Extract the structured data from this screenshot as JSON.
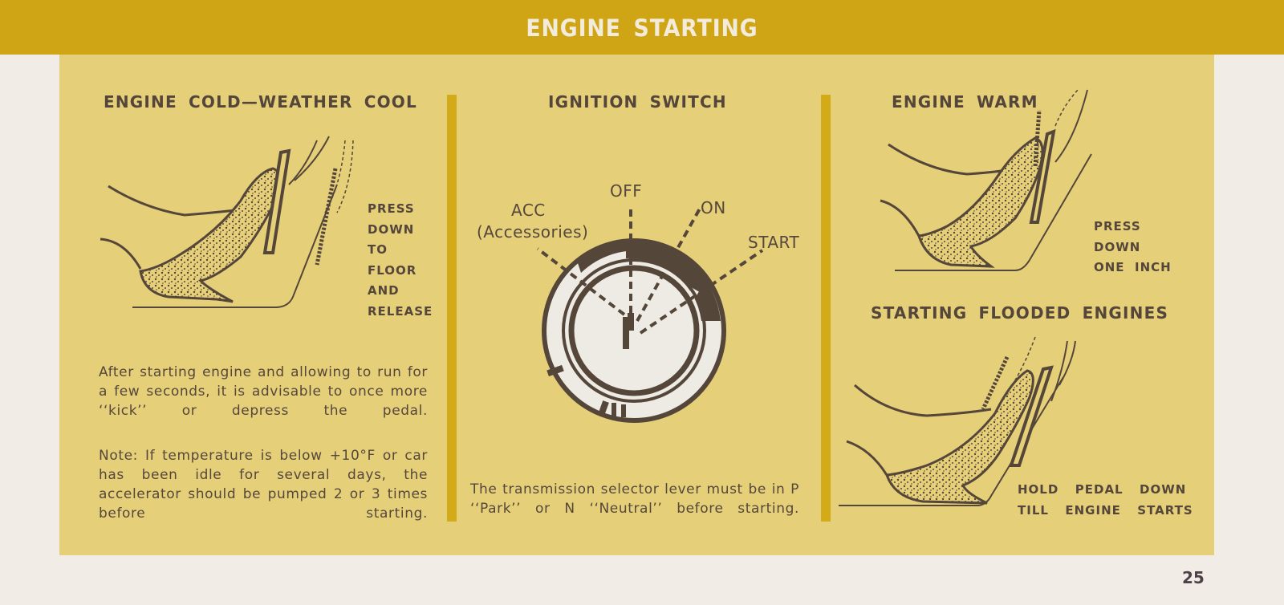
{
  "header": {
    "title": "ENGINE STARTING",
    "color": "#cfa515"
  },
  "panel": {
    "background": "#e6cf79",
    "divider_color": "#d3aa18"
  },
  "cold_section": {
    "heading": "ENGINE COLD—WEATHER COOL",
    "illustration": "foot-pressing-accelerator-pedal-to-floor",
    "instruction_lines": [
      "PRESS",
      "DOWN",
      "TO",
      "FLOOR",
      "AND",
      "RELEASE"
    ],
    "paragraph_1": "After starting engine and allowing to run for a few seconds, it is advisable to once more ‘‘kick’’ or depress the pedal.",
    "paragraph_2": "Note: If temperature is below +10°F or car has been idle for several days, the accelerator should be pumped 2 or 3 times before starting."
  },
  "ignition_section": {
    "heading": "IGNITION SWITCH",
    "illustration": "ignition-switch-dial",
    "positions": {
      "acc": "ACC",
      "acc_detail": "(Accessories)",
      "off": "OFF",
      "on": "ON",
      "start": "START"
    },
    "paragraph": "The transmission selector lever must be in P ‘‘Park’’ or N ‘‘Neutral’’ before starting."
  },
  "warm_section": {
    "heading": "ENGINE WARM",
    "illustration": "foot-pressing-accelerator-pedal-one-inch",
    "instruction_lines": [
      "PRESS",
      "DOWN",
      "ONE  INCH"
    ]
  },
  "flooded_section": {
    "heading": "STARTING FLOODED ENGINES",
    "illustration": "foot-holding-accelerator-pedal-down",
    "instruction_lines": [
      "HOLD  PEDAL  DOWN",
      "TILL  ENGINE  STARTS"
    ]
  },
  "footer": {
    "page_number": "25"
  }
}
